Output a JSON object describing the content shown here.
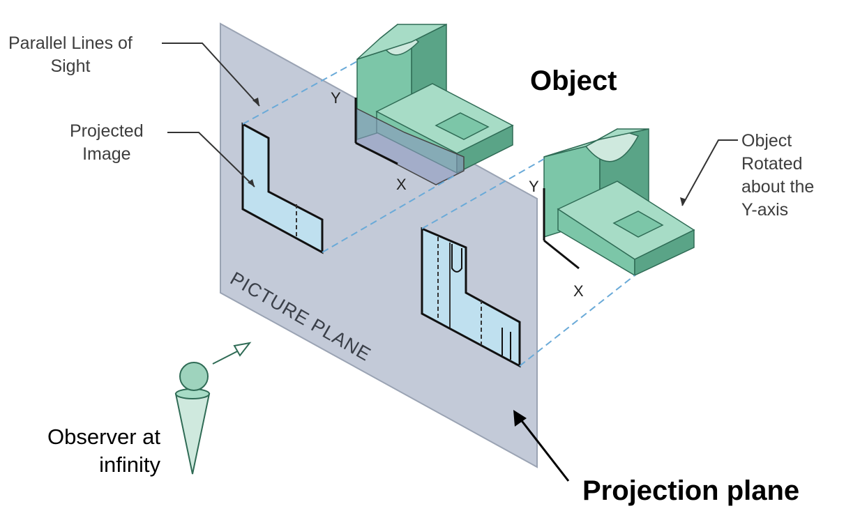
{
  "callouts": {
    "parallel_lines": "Parallel Lines of\nSight",
    "projected_image": "Projected\nImage",
    "object_rotated": "Object\nRotated\nabout the\nY-axis"
  },
  "headings": {
    "object": "Object",
    "projection_plane": "Projection plane"
  },
  "observer": "Observer at\ninfinity",
  "plane_label": "PICTURE PLANE",
  "axes": {
    "y": "Y",
    "x": "X"
  },
  "colors": {
    "object_face_light": "#a7dcc6",
    "object_face_mid": "#7cc6a8",
    "object_face_dark": "#5aa487",
    "picture_plane": "#c3cad8",
    "projected_image": "#bfe0ef",
    "sight_lines": "#6aaad8"
  }
}
